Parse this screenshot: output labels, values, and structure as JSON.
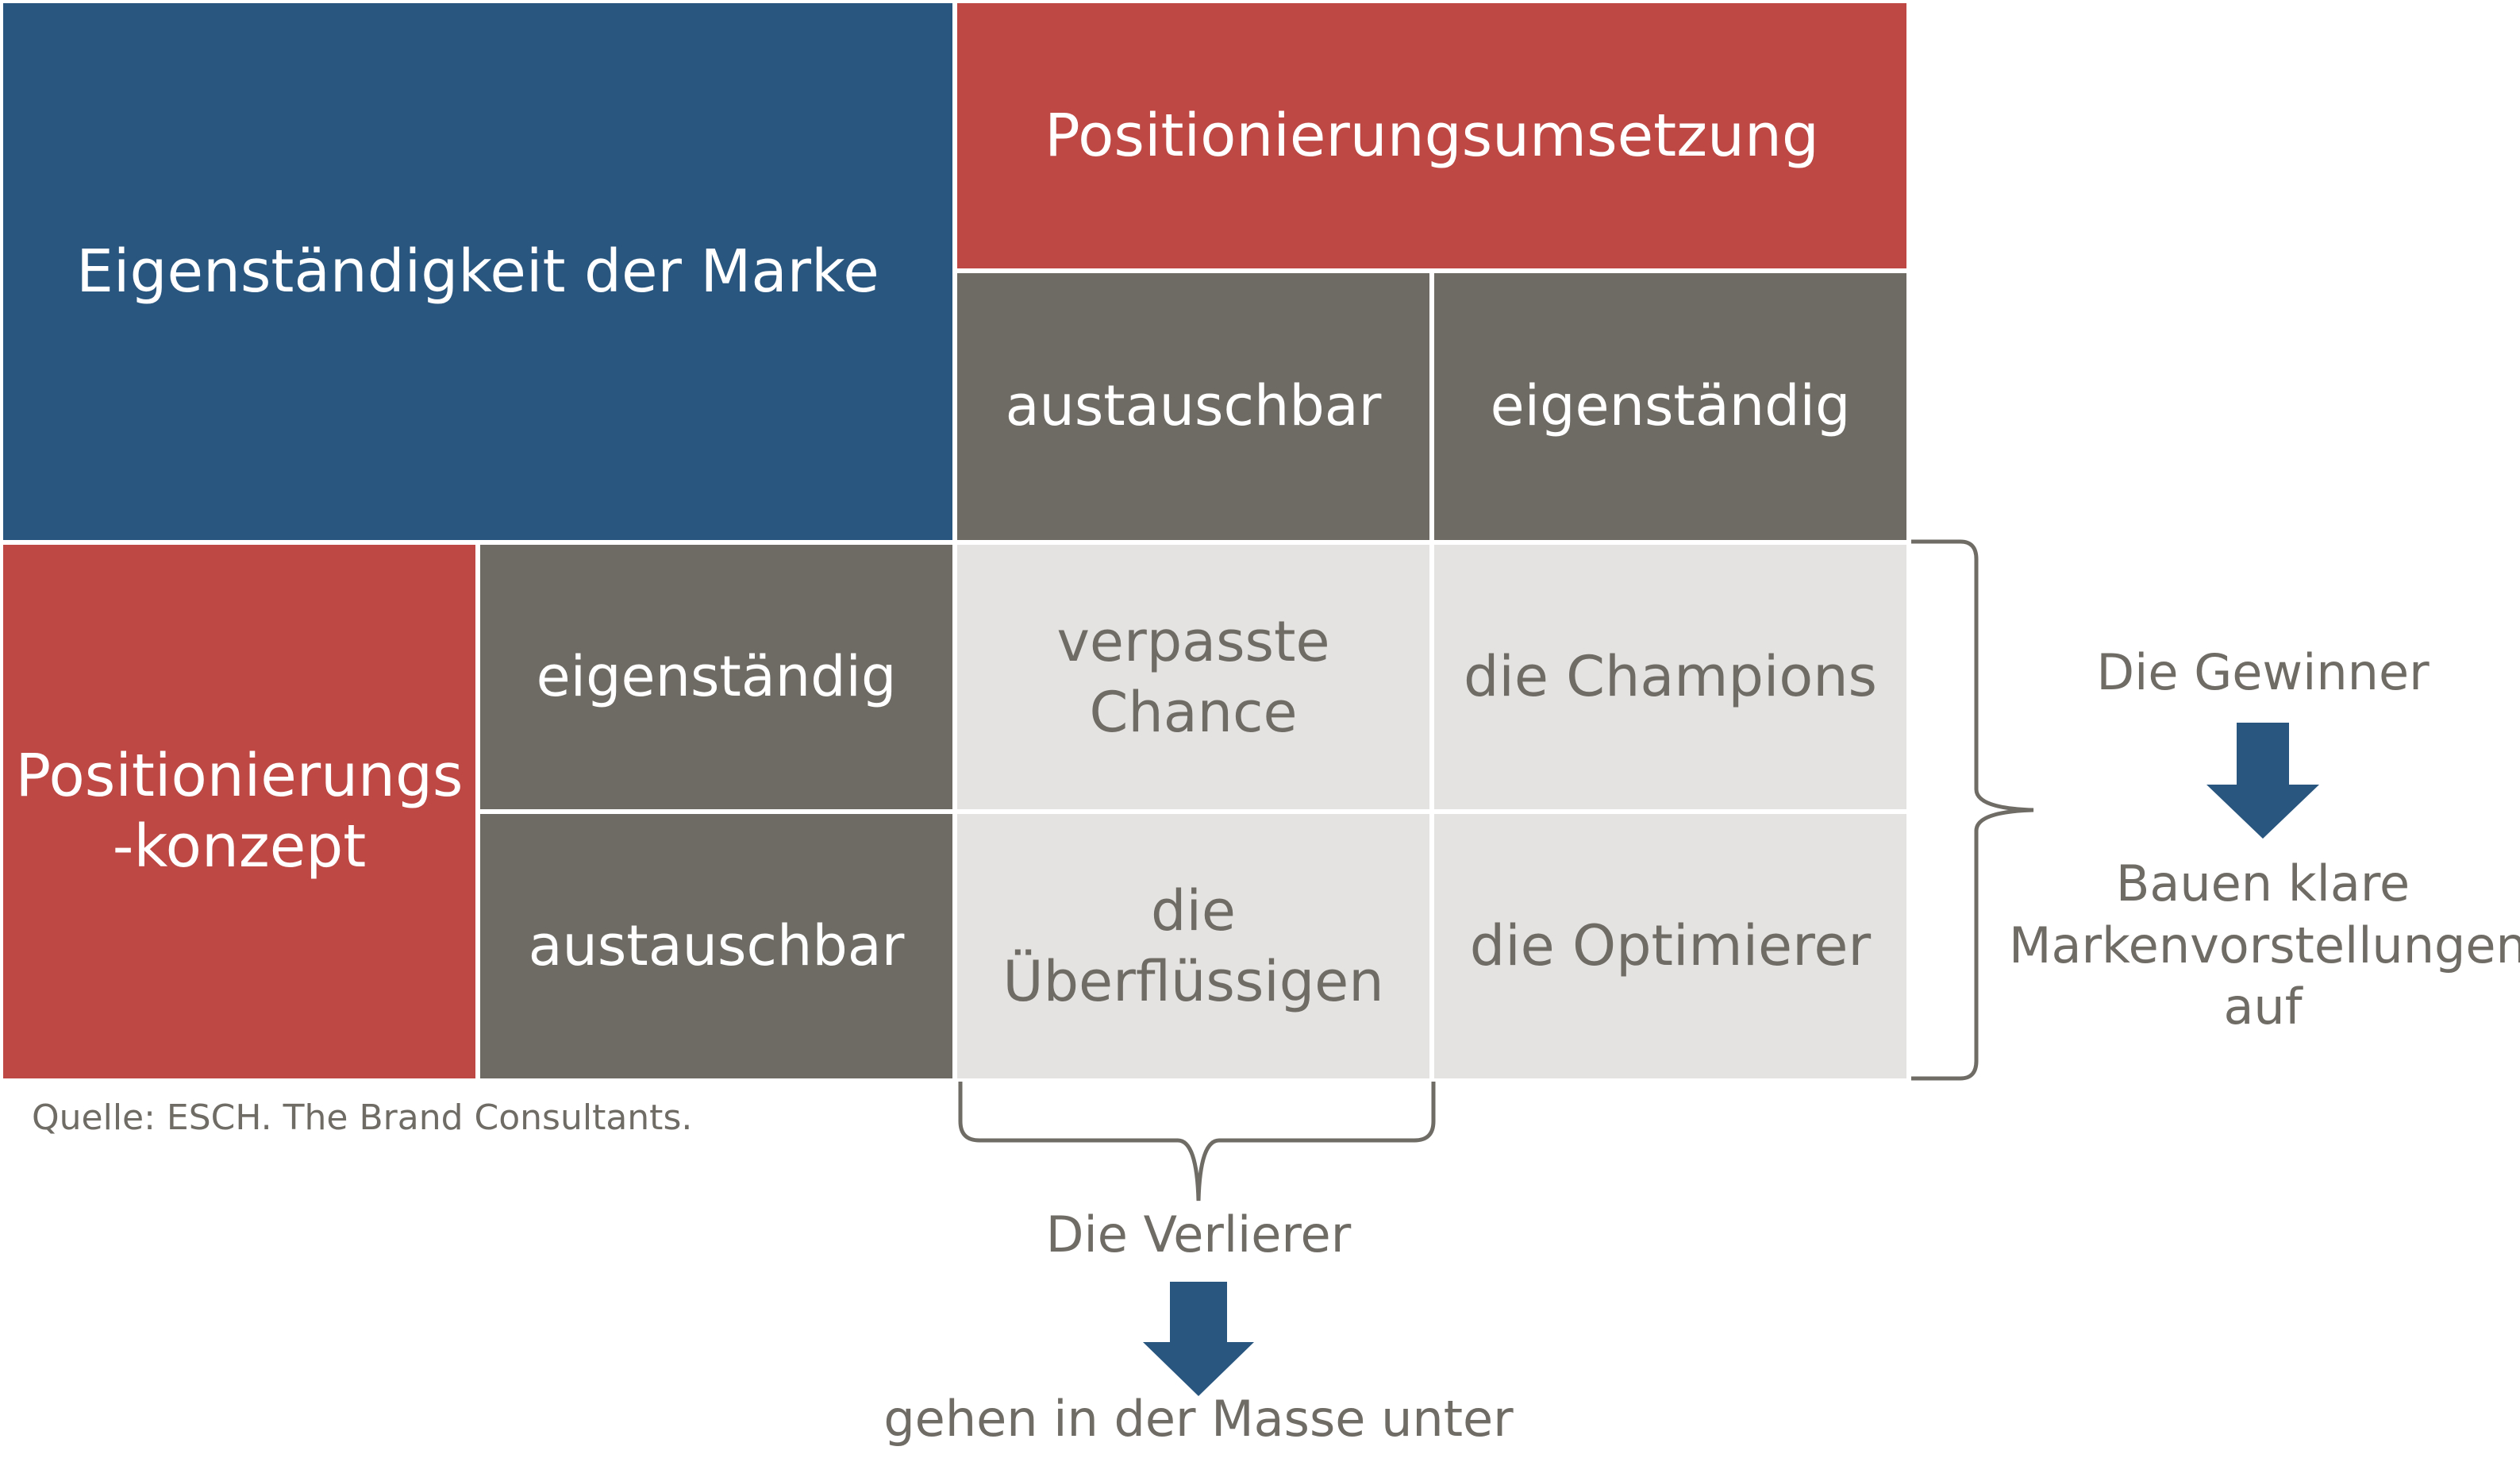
{
  "matrix": {
    "corner_title": "Eigenständigkeit der Marke",
    "column_header": "Positionierungsumsetzung",
    "row_header": "Positionierungs\n-konzept",
    "columns": [
      "austauschbar",
      "eigenständig"
    ],
    "rows": [
      "eigenständig",
      "austauschbar"
    ],
    "quadrants": {
      "top_left": "verpasste\nChance",
      "top_right": "die Champions",
      "bottom_left": "die\nÜberflüssigen",
      "bottom_right": "die Optimierer"
    }
  },
  "winners": {
    "title": "Die Gewinner",
    "result": "Bauen klare\nMarkenvorstellungen\nauf"
  },
  "losers": {
    "title": "Die Verlierer",
    "result": "gehen in der Masse unter"
  },
  "source": "Quelle: ESCH. The Brand Consultants.",
  "colors": {
    "blue": "#29567f",
    "red": "#bd4844",
    "dark_grey": "#6e6b64",
    "light_grey": "#e4e3e1",
    "text_grey": "#6f6b65"
  }
}
